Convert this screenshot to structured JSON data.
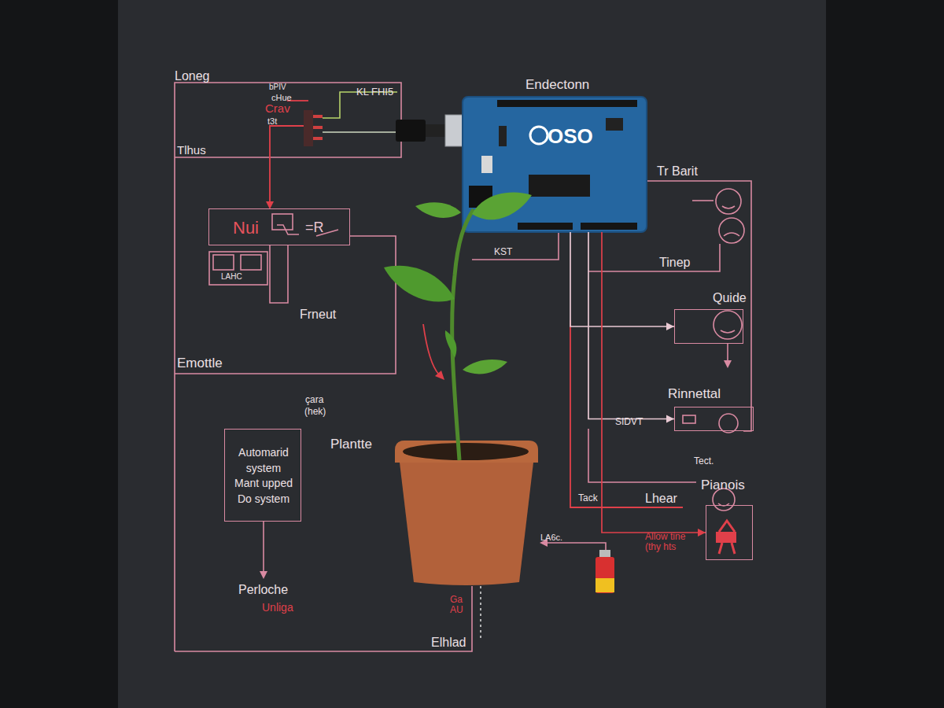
{
  "diagram": {
    "nodes": [
      {
        "text": [
          "Endectonn",
          "OSO"
        ]
      },
      {
        "text": [
          "Nui",
          "=R"
        ]
      },
      {
        "text": [
          "Quide"
        ]
      },
      {
        "text": [
          "Automarid system Mant upped Do system"
        ]
      },
      {
        "text": [
          "Rinnettal"
        ]
      },
      {
        "text": [
          "Pianois"
        ]
      }
    ],
    "edges": [
      {
        "from": 0,
        "to": 2,
        "arrow": "to"
      },
      {
        "from": 0,
        "to": 4,
        "label": "SIDVT",
        "arrow": "to"
      },
      {
        "from": 0,
        "to": 5,
        "arrow": "to"
      }
    ],
    "labels": [
      "Loneg",
      "bPIV",
      "cHue",
      "Crav",
      "t3t",
      "KL FHI5",
      "Tlhus",
      "LAHC",
      "Frneut",
      "Emottle",
      "KST",
      "çara",
      "(hek)",
      "Plantte",
      "Tr Barit",
      "Tinep",
      "Tect.",
      "Lhear",
      "Allow tine (thy hts",
      "LA6c.",
      "Perloche",
      "Unliga",
      "Ga AU",
      "Elhlad",
      "Tack"
    ]
  }
}
